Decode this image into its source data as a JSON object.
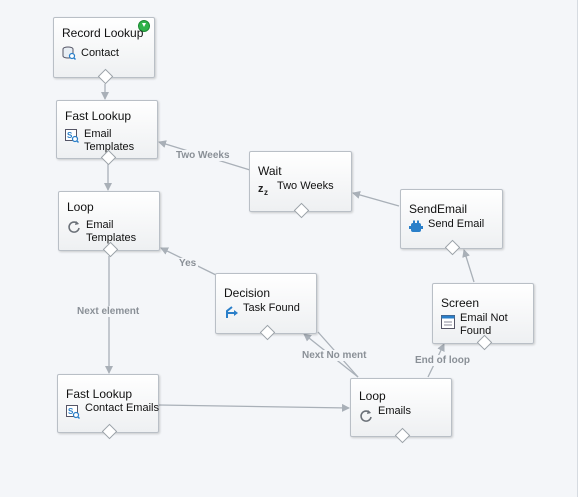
{
  "nodes": {
    "record_lookup": {
      "type": "Record Lookup",
      "label": "Contact",
      "icon": "database-search-icon"
    },
    "fast_lookup_templates": {
      "type": "Fast Lookup",
      "label": "Email\nTemplates",
      "icon": "fast-lookup-icon"
    },
    "loop_templates": {
      "type": "Loop",
      "label": "Email\nTemplates",
      "icon": "loop-icon"
    },
    "wait": {
      "type": "Wait",
      "label": "Two Weeks",
      "icon": "sleep-zz-icon"
    },
    "send_email": {
      "type": "SendEmail",
      "label": "Send Email",
      "icon": "apex-plugin-icon"
    },
    "decision": {
      "type": "Decision",
      "label": "Task Found",
      "icon": "decision-split-icon"
    },
    "screen": {
      "type": "Screen",
      "label": "Email Not\nFound",
      "icon": "screen-icon"
    },
    "fast_lookup_contacts": {
      "type": "Fast Lookup",
      "label": "Contact Emails",
      "icon": "fast-lookup-icon"
    },
    "loop_emails": {
      "type": "Loop",
      "label": "Emails",
      "icon": "loop-icon"
    }
  },
  "edges": {
    "two_weeks": "Two Weeks",
    "yes": "Yes",
    "next_element": "Next element",
    "next_no_moment": "Next No ment",
    "end_of_loop": "End of loop"
  },
  "colors": {
    "canvas": "#f4f6f9",
    "connector": "#a9b0b8",
    "start_badge": "#2fb34a",
    "icon_blue": "#2a7fc9"
  }
}
